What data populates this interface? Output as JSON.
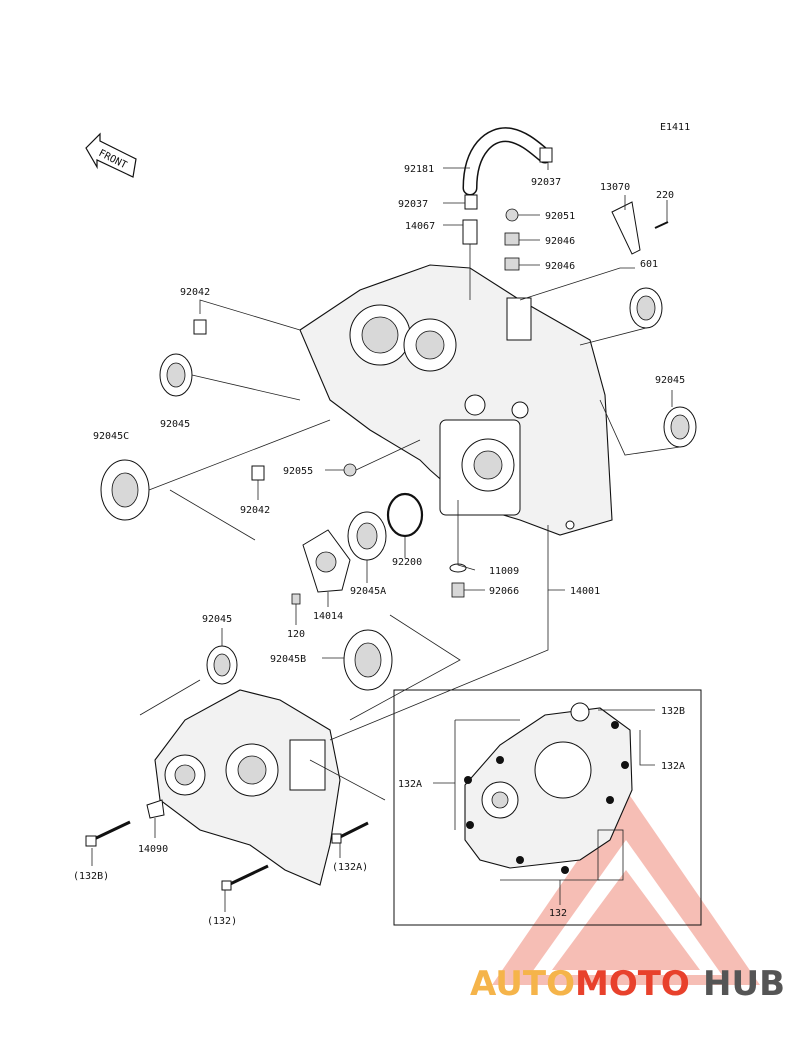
{
  "diagram": {
    "code": "E1411",
    "front_label": "FRONT",
    "parts": {
      "p92181": "92181",
      "p92037a": "92037",
      "p92037b": "92037",
      "p92051": "92051",
      "p13070": "13070",
      "p220": "220",
      "p14067": "14067",
      "p92046a": "92046",
      "p92046b": "92046",
      "p601": "601",
      "p92042a": "92042",
      "p92045a": "92045",
      "p92045r": "92045",
      "p92045C": "92045C",
      "p92055": "92055",
      "p92042b": "92042",
      "p92200": "92200",
      "p11009": "11009",
      "p92066": "92066",
      "p14001": "14001",
      "p92045A": "92045A",
      "p14014": "14014",
      "p120": "120",
      "p92045c2": "92045",
      "p92045B": "92045B",
      "p132B": "132B",
      "p132A": "132A",
      "p132Al": "132A",
      "p132": "132",
      "p14090": "14090",
      "p132Bp": "(132B)",
      "p132Ap": "(132A)",
      "p132p": "(132)"
    }
  },
  "watermark": {
    "text_auto": "AUTO",
    "text_moto": "MOTO",
    "text_hub": "HUB",
    "color_auto": "#f5b44a",
    "color_moto": "#e8412c",
    "color_hub": "#555555",
    "triangle_color": "#e8412c"
  }
}
